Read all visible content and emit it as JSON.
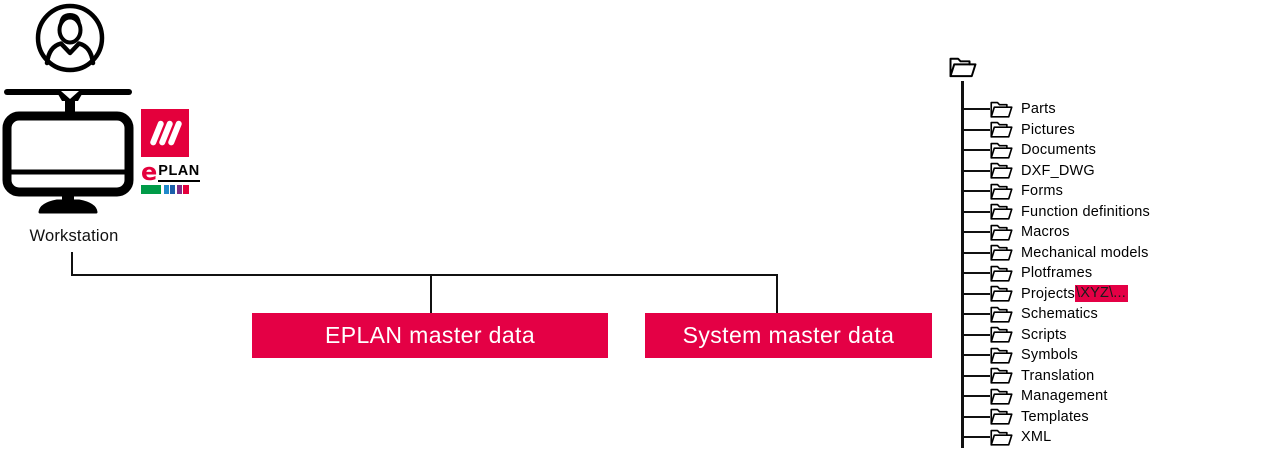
{
  "workstation": {
    "label": "Workstation",
    "icons": {
      "user": "user-icon",
      "monitor": "monitor-icon",
      "logo": "eplan-logo"
    }
  },
  "logo": {
    "e": "e",
    "plan": "PLAN"
  },
  "boxes": {
    "eplan": {
      "label": "EPLAN master data"
    },
    "system": {
      "label": "System master data"
    }
  },
  "tree": {
    "root_icon": "folder-open-icon",
    "folders": [
      {
        "name": "Parts"
      },
      {
        "name": "Pictures"
      },
      {
        "name": "Documents"
      },
      {
        "name": "DXF_DWG"
      },
      {
        "name": "Forms"
      },
      {
        "name": "Function definitions"
      },
      {
        "name": "Macros"
      },
      {
        "name": "Mechanical models"
      },
      {
        "name": "Plotframes"
      },
      {
        "name": "Projects",
        "suffix": "\\XYZ\\..."
      },
      {
        "name": "Schematics"
      },
      {
        "name": "Scripts"
      },
      {
        "name": "Symbols"
      },
      {
        "name": "Translation"
      },
      {
        "name": "Management"
      },
      {
        "name": "Templates"
      },
      {
        "name": "XML"
      }
    ]
  },
  "colors": {
    "accent_red": "#E40045",
    "logo_red": "#E4003C",
    "logo_green": "#009B48",
    "logo_blue_light": "#1F8ACB",
    "logo_blue": "#1B5FAA",
    "logo_purple": "#7F2D86",
    "line_black": "#111111",
    "text_black": "#1A1A1A"
  }
}
